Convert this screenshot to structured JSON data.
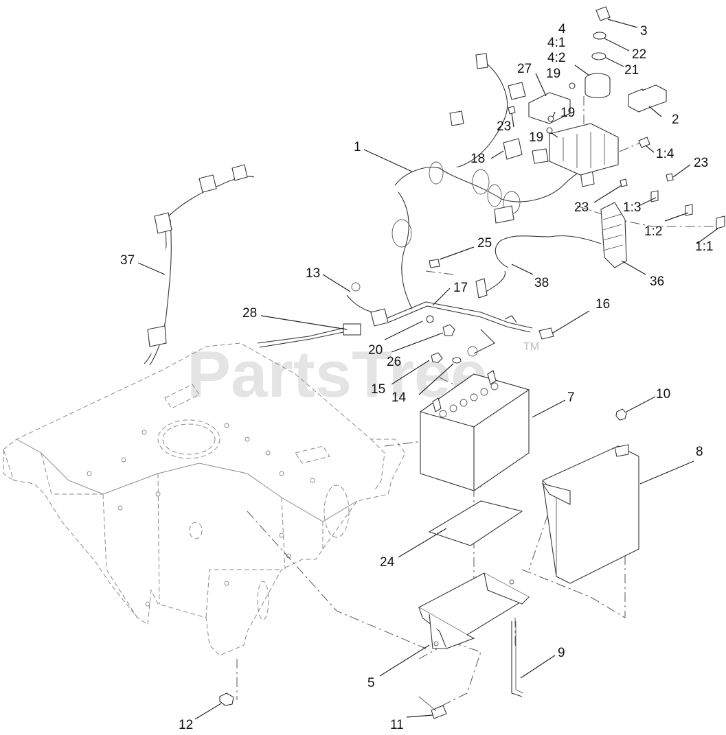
{
  "watermark": {
    "text": "PartsTree",
    "trademark": "TM"
  },
  "callouts": [
    {
      "id": "1",
      "text": "1"
    },
    {
      "id": "1_1",
      "text": "1:1"
    },
    {
      "id": "1_2",
      "text": "1:2"
    },
    {
      "id": "1_3",
      "text": "1:3"
    },
    {
      "id": "1_4",
      "text": "1:4"
    },
    {
      "id": "2",
      "text": "2"
    },
    {
      "id": "3",
      "text": "3"
    },
    {
      "id": "4",
      "text": "4"
    },
    {
      "id": "4_1",
      "text": "4:1"
    },
    {
      "id": "4_2",
      "text": "4:2"
    },
    {
      "id": "5",
      "text": "5"
    },
    {
      "id": "7",
      "text": "7"
    },
    {
      "id": "8",
      "text": "8"
    },
    {
      "id": "9",
      "text": "9"
    },
    {
      "id": "10",
      "text": "10"
    },
    {
      "id": "11",
      "text": "11"
    },
    {
      "id": "12",
      "text": "12"
    },
    {
      "id": "13",
      "text": "13"
    },
    {
      "id": "14",
      "text": "14"
    },
    {
      "id": "15",
      "text": "15"
    },
    {
      "id": "16",
      "text": "16"
    },
    {
      "id": "17",
      "text": "17"
    },
    {
      "id": "18",
      "text": "18"
    },
    {
      "id": "19a",
      "text": "19"
    },
    {
      "id": "19b",
      "text": "19"
    },
    {
      "id": "19c",
      "text": "19"
    },
    {
      "id": "20",
      "text": "20"
    },
    {
      "id": "21",
      "text": "21"
    },
    {
      "id": "22",
      "text": "22"
    },
    {
      "id": "23a",
      "text": "23"
    },
    {
      "id": "23b",
      "text": "23"
    },
    {
      "id": "23c",
      "text": "23"
    },
    {
      "id": "24",
      "text": "24"
    },
    {
      "id": "25",
      "text": "25"
    },
    {
      "id": "26",
      "text": "26"
    },
    {
      "id": "27",
      "text": "27"
    },
    {
      "id": "28",
      "text": "28"
    },
    {
      "id": "36",
      "text": "36"
    },
    {
      "id": "37",
      "text": "37"
    },
    {
      "id": "38",
      "text": "38"
    }
  ]
}
